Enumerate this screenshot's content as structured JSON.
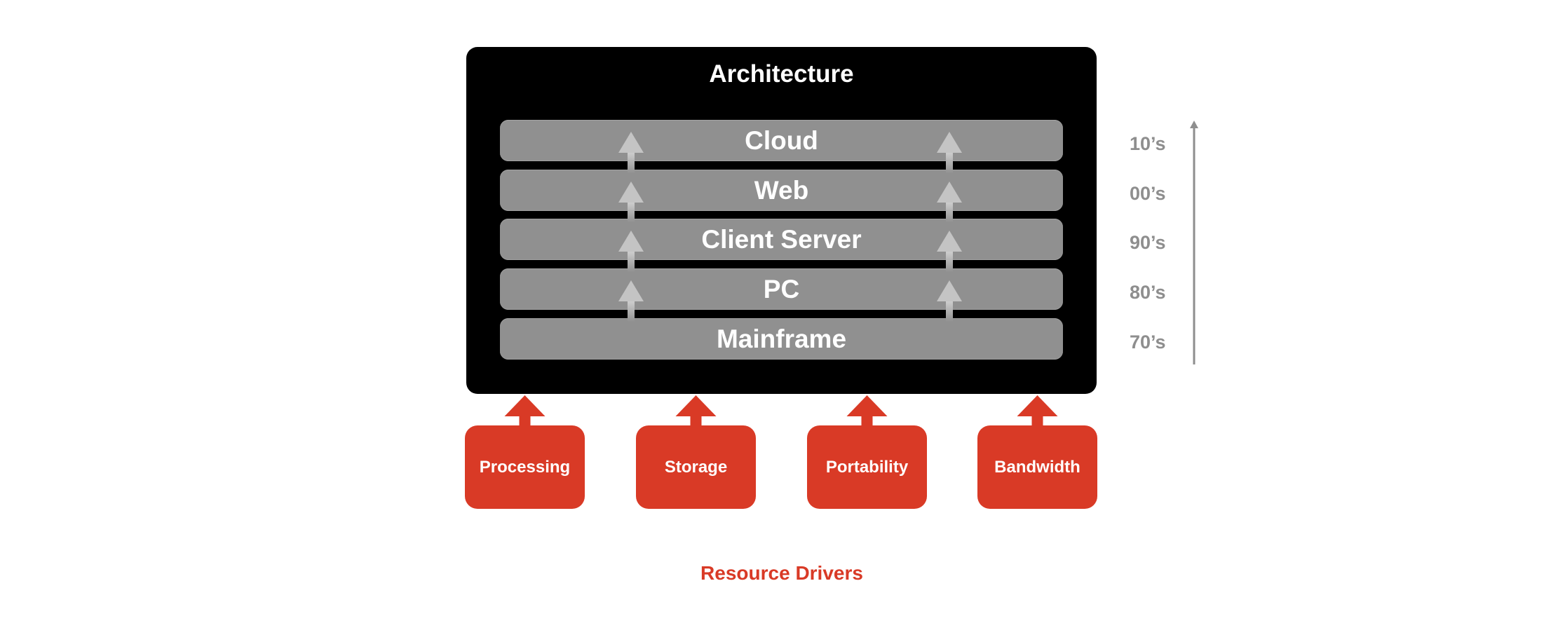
{
  "architecture": {
    "title": "Architecture",
    "layers": [
      {
        "label": "Cloud",
        "era": "10’s"
      },
      {
        "label": "Web",
        "era": "00’s"
      },
      {
        "label": "Client Server",
        "era": "90’s"
      },
      {
        "label": "PC",
        "era": "80’s"
      },
      {
        "label": "Mainframe",
        "era": "70’s"
      }
    ],
    "flow_direction": "bottom-to-top",
    "timeline_direction": "up"
  },
  "drivers": {
    "caption": "Resource Drivers",
    "items": [
      {
        "label": "Processing"
      },
      {
        "label": "Storage"
      },
      {
        "label": "Portability"
      },
      {
        "label": "Bandwidth"
      }
    ]
  },
  "colors": {
    "architecture_bg": "#000000",
    "layer_fill": "#909090",
    "layer_text": "#ffffff",
    "era_text": "#8e8e8e",
    "driver_fill": "#d93a26",
    "caption_text": "#d93a26"
  }
}
